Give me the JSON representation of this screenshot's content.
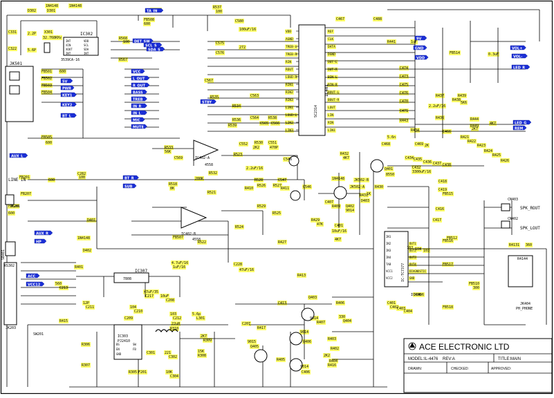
{
  "ics": [
    {
      "ref": "IC302",
      "part": "3539CA-16"
    },
    {
      "ref": "IC401",
      "part": "SC2314"
    },
    {
      "ref": "IC402-A",
      "part": "4558"
    },
    {
      "ref": "IC402-B",
      "part": "4558"
    },
    {
      "ref": "IC307",
      "part": "7808"
    },
    {
      "ref": "IC303",
      "part": "PJ2410"
    },
    {
      "ref": "IC406",
      "part": "IC-TC7377"
    }
  ],
  "ic401_pins_left": [
    "VDD",
    "AGND",
    "TREB-L",
    "TREB-R",
    "RIN",
    "ROUT",
    "LOUD-R",
    "RIN1",
    "RIN2",
    "RIN3",
    "LIN1",
    "LOUD-L",
    "LIN2",
    "LIN3"
  ],
  "ic401_pins_right": [
    "REF",
    "CLK",
    "DATA",
    "DGND",
    "OUT-L",
    "OUT-R",
    "BIN-L",
    "BIN-R",
    "BOUT-L",
    "BOUT-R",
    "LOUT",
    "LIN",
    "RIN",
    "LIN1"
  ],
  "ic406_pins_left": [
    "IN1",
    "IN2",
    "IN3",
    "IN4",
    "TAB",
    "VCC1",
    "VCC2"
  ],
  "ic406_pins_right": [
    "OUT1",
    "OUT2",
    "OUT3",
    "OUT4",
    "DIAGNOSTIC",
    "GND"
  ],
  "ic302_pins": [
    "INT",
    "XIN",
    "XOUT",
    "INT",
    "VDD",
    "SCL",
    "SDA",
    "INT"
  ],
  "ic303_pins": [
    "BS",
    "EN",
    "GND",
    "SW",
    "FB"
  ],
  "connectors": [
    {
      "ref": "JK501",
      "label": "JK501"
    },
    {
      "ref": "JK201",
      "label": "JK201"
    },
    {
      "ref": "JK203",
      "label": "JK203"
    },
    {
      "ref": "SW201",
      "label": "SW201"
    },
    {
      "ref": "SB401",
      "label": "SB401"
    },
    {
      "ref": "RS302",
      "label": "RS302"
    },
    {
      "ref": "CN403",
      "label": "CN403"
    },
    {
      "ref": "CN402",
      "label": "CN402"
    },
    {
      "ref": "JK404",
      "label": "JK404"
    },
    {
      "ref": "JK404-sub",
      "label": "PH_PHONE"
    }
  ],
  "side_labels": [
    {
      "key": "line_in",
      "text": "LINE IN"
    },
    {
      "key": "spk_rout",
      "text": "SPK_ROUT"
    },
    {
      "key": "spk_lout",
      "text": "SPK_LOUT"
    }
  ],
  "top_parts": [
    {
      "text": "D302"
    },
    {
      "text": "1N4148"
    },
    {
      "text": "D301"
    },
    {
      "text": "1N4148"
    },
    {
      "text": "C331"
    },
    {
      "text": "2.2P"
    },
    {
      "text": "X301"
    },
    {
      "text": "32.768KHz"
    },
    {
      "text": "C322"
    },
    {
      "text": "5.6P"
    },
    {
      "text": "R568"
    },
    {
      "text": "100"
    },
    {
      "text": "R567"
    },
    {
      "text": "FB508"
    },
    {
      "text": "600"
    },
    {
      "text": "R537"
    },
    {
      "text": "100"
    },
    {
      "text": "C580"
    },
    {
      "text": "100uF/16"
    },
    {
      "text": "C575"
    },
    {
      "text": "C576"
    },
    {
      "text": "272"
    },
    {
      "text": "C467"
    },
    {
      "text": "C488"
    },
    {
      "text": "R441"
    },
    {
      "text": "1uF"
    },
    {
      "text": "FB514"
    },
    {
      "text": "C474"
    },
    {
      "text": "C473"
    },
    {
      "text": "C475"
    },
    {
      "text": "C476"
    },
    {
      "text": "C470"
    },
    {
      "text": "2.2uF/16"
    },
    {
      "text": "C471"
    },
    {
      "text": "R437"
    },
    {
      "text": "R438"
    },
    {
      "text": "R439"
    },
    {
      "text": "R436"
    },
    {
      "text": "R443"
    },
    {
      "text": "R444"
    },
    {
      "text": "R434"
    },
    {
      "text": "C469"
    },
    {
      "text": "5.6n"
    },
    {
      "text": "C468"
    },
    {
      "text": "C466"
    },
    {
      "text": "R449"
    },
    {
      "text": "4K7"
    },
    {
      "text": "2K"
    },
    {
      "text": "5K6"
    },
    {
      "text": "0.3uF"
    },
    {
      "text": "2K7"
    }
  ],
  "fb_parts": [
    {
      "text": "FB501"
    },
    {
      "text": "FB502"
    },
    {
      "text": "FB503"
    },
    {
      "text": "FB504"
    },
    {
      "text": "600"
    },
    {
      "text": "FB505"
    },
    {
      "text": "600"
    },
    {
      "text": "FB201"
    },
    {
      "text": "600"
    },
    {
      "text": "FB207"
    },
    {
      "text": "FB520"
    },
    {
      "text": "600"
    },
    {
      "text": "FB515"
    },
    {
      "text": "FB516"
    },
    {
      "text": "FB517"
    },
    {
      "text": "FB518"
    },
    {
      "text": "FB507"
    },
    {
      "text": "FB512"
    },
    {
      "text": "FB508"
    }
  ],
  "mid_parts": [
    {
      "text": "R533"
    },
    {
      "text": "56K"
    },
    {
      "text": "C569"
    },
    {
      "text": "R518"
    },
    {
      "text": "8K"
    },
    {
      "text": "C552"
    },
    {
      "text": "R530"
    },
    {
      "text": "2K2"
    },
    {
      "text": "C551"
    },
    {
      "text": "470P"
    },
    {
      "text": "R532"
    },
    {
      "text": "200K"
    },
    {
      "text": "R534"
    },
    {
      "text": "R523"
    },
    {
      "text": "R521"
    },
    {
      "text": "R522"
    },
    {
      "text": "R524"
    },
    {
      "text": "R526"
    },
    {
      "text": "R528"
    },
    {
      "text": "R527"
    },
    {
      "text": "R525"
    },
    {
      "text": "R529"
    },
    {
      "text": "C563"
    },
    {
      "text": "C564"
    },
    {
      "text": "C565"
    },
    {
      "text": "C566"
    },
    {
      "text": "C567"
    },
    {
      "text": "R535"
    },
    {
      "text": "R536"
    },
    {
      "text": "R538"
    },
    {
      "text": "R539"
    },
    {
      "text": "2.2uF/16"
    },
    {
      "text": "4.7uF/16"
    },
    {
      "text": "1uF/16"
    },
    {
      "text": "C228"
    },
    {
      "text": "47uF/16"
    },
    {
      "text": "R427"
    },
    {
      "text": "4K7"
    },
    {
      "text": "R413"
    },
    {
      "text": "R409"
    },
    {
      "text": "R410"
    },
    {
      "text": "R411"
    },
    {
      "text": "C547"
    },
    {
      "text": "C548"
    },
    {
      "text": "C546"
    },
    {
      "text": "JK502-A"
    },
    {
      "text": "JK502-B"
    },
    {
      "text": "1N4148"
    },
    {
      "text": "D401"
    },
    {
      "text": "D402"
    },
    {
      "text": "C282"
    },
    {
      "text": "100"
    },
    {
      "text": "R432"
    },
    {
      "text": "4K7"
    },
    {
      "text": "Q401"
    },
    {
      "text": "8550"
    },
    {
      "text": "C432"
    },
    {
      "text": "3300uF/16"
    },
    {
      "text": "Q402"
    },
    {
      "text": "9014"
    },
    {
      "text": "R430"
    },
    {
      "text": "R429"
    },
    {
      "text": "47K"
    },
    {
      "text": "C401"
    },
    {
      "text": "10uF/16"
    },
    {
      "text": "1N4148"
    },
    {
      "text": "D403"
    },
    {
      "text": "R431"
    },
    {
      "text": "1K"
    },
    {
      "text": "C407"
    },
    {
      "text": "C416"
    },
    {
      "text": "C417"
    },
    {
      "text": "C418"
    },
    {
      "text": "C419"
    }
  ],
  "lower_parts": [
    {
      "text": "R401"
    },
    {
      "text": "560"
    },
    {
      "text": "C213"
    },
    {
      "text": "12P"
    },
    {
      "text": "C211"
    },
    {
      "text": "47uF/35"
    },
    {
      "text": "C217"
    },
    {
      "text": "10uF"
    },
    {
      "text": "C208"
    },
    {
      "text": "104"
    },
    {
      "text": "C210"
    },
    {
      "text": "C209"
    },
    {
      "text": "103"
    },
    {
      "text": "C212"
    },
    {
      "text": "5.6p"
    },
    {
      "text": "L301"
    },
    {
      "text": "22uH"
    },
    {
      "text": "R310"
    },
    {
      "text": "2K7"
    },
    {
      "text": "R309"
    },
    {
      "text": "15K"
    },
    {
      "text": "R308"
    },
    {
      "text": "10K"
    },
    {
      "text": "C304"
    },
    {
      "text": "221"
    },
    {
      "text": "C302"
    },
    {
      "text": "C301"
    },
    {
      "text": "R305"
    },
    {
      "text": "R306"
    },
    {
      "text": "R307"
    },
    {
      "text": "F201"
    },
    {
      "text": "R415"
    },
    {
      "text": "C413"
    },
    {
      "text": "Q403"
    },
    {
      "text": "9014"
    },
    {
      "text": "R407"
    },
    {
      "text": "R406"
    },
    {
      "text": "330"
    },
    {
      "text": "Q404"
    },
    {
      "text": "9014"
    },
    {
      "text": "Q406"
    },
    {
      "text": "9015"
    },
    {
      "text": "Q405"
    },
    {
      "text": "9014"
    },
    {
      "text": "C406"
    },
    {
      "text": "C207"
    },
    {
      "text": "R417"
    },
    {
      "text": "R405"
    },
    {
      "text": "R403"
    },
    {
      "text": "2K2"
    },
    {
      "text": "R404"
    },
    {
      "text": "R402"
    },
    {
      "text": "R416"
    }
  ],
  "right_parts": [
    {
      "text": "C434"
    },
    {
      "text": "C435"
    },
    {
      "text": "C436"
    },
    {
      "text": "C437"
    },
    {
      "text": "C438"
    },
    {
      "text": "10J"
    },
    {
      "text": "104"
    },
    {
      "text": "103"
    },
    {
      "text": "R421"
    },
    {
      "text": "R422"
    },
    {
      "text": "R423"
    },
    {
      "text": "R424"
    },
    {
      "text": "R425"
    },
    {
      "text": "R426"
    },
    {
      "text": "R4131"
    },
    {
      "text": "360"
    },
    {
      "text": "R4144"
    },
    {
      "text": "C401"
    },
    {
      "text": "C402"
    },
    {
      "text": "C403"
    },
    {
      "text": "C404"
    },
    {
      "text": "IC406"
    },
    {
      "text": "FB510"
    },
    {
      "text": "300"
    }
  ],
  "nets": [
    {
      "id": "n1",
      "text": "TA_IN"
    },
    {
      "id": "n2",
      "text": "DET_SW"
    },
    {
      "id": "n3",
      "text": "SCL_S"
    },
    {
      "id": "n4",
      "text": "SDA_S"
    },
    {
      "id": "n5",
      "text": "VCC"
    },
    {
      "id": "n6",
      "text": "L_OUT"
    },
    {
      "id": "n7",
      "text": "R_OUT"
    },
    {
      "id": "n8",
      "text": "BASS"
    },
    {
      "id": "n9",
      "text": "TREB"
    },
    {
      "id": "n10",
      "text": "IN_R"
    },
    {
      "id": "n11",
      "text": "IN_L"
    },
    {
      "id": "n12",
      "text": "MIC"
    },
    {
      "id": "n13",
      "text": "MUTE"
    },
    {
      "id": "n14",
      "text": "STBY"
    },
    {
      "id": "n15",
      "text": "GND"
    },
    {
      "id": "n16",
      "text": "VDD"
    },
    {
      "id": "n17",
      "text": "VOL+"
    },
    {
      "id": "n18",
      "text": "VOL-"
    },
    {
      "id": "n19",
      "text": "LED_R"
    },
    {
      "id": "n20",
      "text": "LED_G"
    },
    {
      "id": "n21",
      "text": "REM"
    },
    {
      "id": "n22",
      "text": "9V"
    },
    {
      "id": "n23",
      "text": "5V"
    },
    {
      "id": "n24",
      "text": "PWR"
    },
    {
      "id": "n25",
      "text": "KEY1"
    },
    {
      "id": "n26",
      "text": "KEY2"
    },
    {
      "id": "n27",
      "text": "BT_L"
    },
    {
      "id": "n28",
      "text": "BT_R"
    },
    {
      "id": "n29",
      "text": "SUB"
    },
    {
      "id": "n30",
      "text": "AUX_L"
    },
    {
      "id": "n31",
      "text": "AUX_R"
    },
    {
      "id": "n32",
      "text": "HP"
    },
    {
      "id": "n33",
      "text": "ACC"
    },
    {
      "id": "n34",
      "text": "VCC12"
    }
  ],
  "title_block": {
    "company": "ACE ELECTRONIC LTD",
    "model_label": "MODEL:IL-4476",
    "rev_label": "REV:A",
    "title_label": "TITLE:MAIN",
    "drawn_label": "DRAWN:",
    "checked_label": "CHECKED:",
    "approved_label": "APPROVED:"
  },
  "colors": {
    "highlight": "#ffff66",
    "net_flag": "#1b2fd6",
    "wire": "#000000"
  }
}
